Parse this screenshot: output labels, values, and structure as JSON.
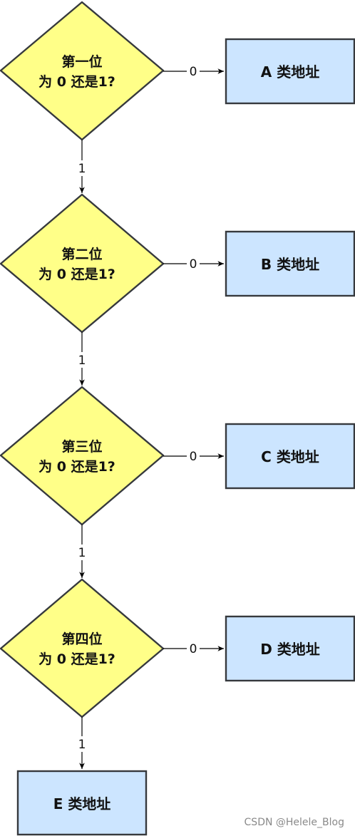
{
  "colors": {
    "decision_fill": "#ffff88",
    "decision_stroke": "#36393d",
    "class_fill": "#cce5ff",
    "class_stroke": "#36393d",
    "edge": "#000000"
  },
  "decisions": [
    {
      "line1": "第一位",
      "line2": "为 0 还是1?"
    },
    {
      "line1": "第二位",
      "line2": "为 0 还是1?"
    },
    {
      "line1": "第三位",
      "line2": "为 0 还是1?"
    },
    {
      "line1": "第四位",
      "line2": "为 0 还是1?"
    }
  ],
  "classes": [
    "A 类地址",
    "B 类地址",
    "C 类地址",
    "D 类地址",
    "E 类地址"
  ],
  "edge_labels": {
    "zero": "0",
    "one": "1"
  },
  "watermark": "CSDN @Helele_Blog"
}
